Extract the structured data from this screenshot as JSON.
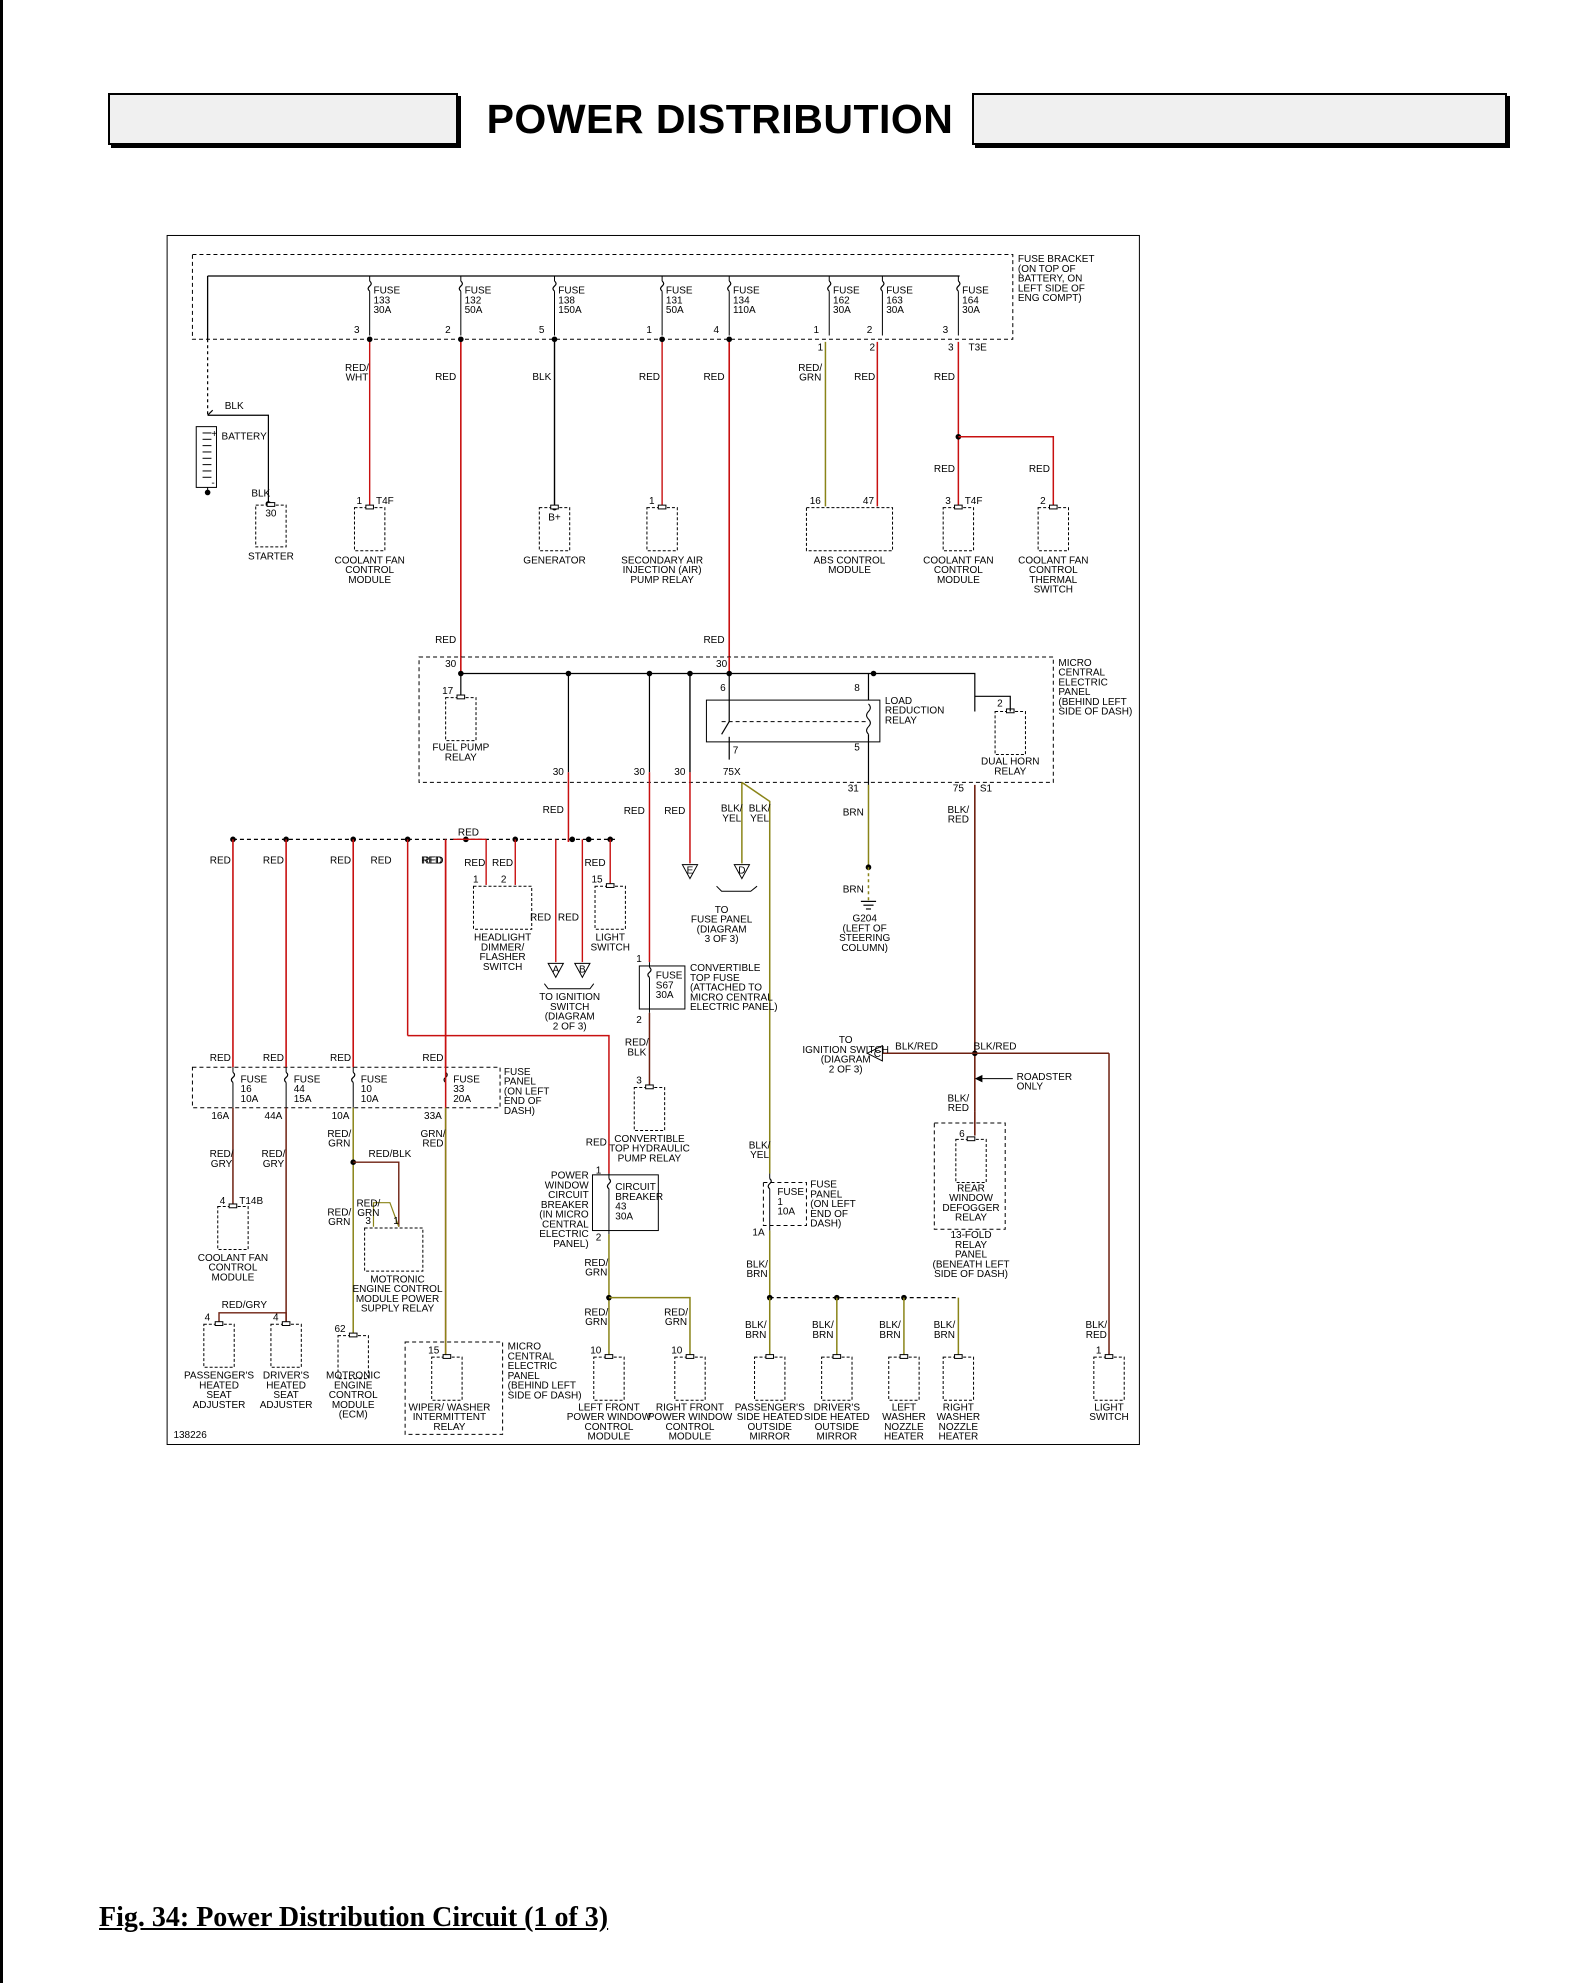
{
  "page_title": "POWER DISTRIBUTION",
  "caption": "Fig. 34: Power Distribution Circuit (1 of 3)",
  "diagram_id": "138226",
  "colors": {
    "red": "#c81010",
    "olive": "#8a8418",
    "brown": "#6e2010",
    "black": "#000000"
  },
  "fuse_bracket": {
    "label": [
      "FUSE BRACKET",
      "(ON TOP OF",
      "BATTERY, ON",
      "LEFT SIDE OF",
      "ENG COMPT)"
    ],
    "fuses": [
      {
        "name": "FUSE",
        "num": "133",
        "amp": "30A",
        "pin": "3"
      },
      {
        "name": "FUSE",
        "num": "132",
        "amp": "50A",
        "pin": "2"
      },
      {
        "name": "FUSE",
        "num": "138",
        "amp": "150A",
        "pin": "5"
      },
      {
        "name": "FUSE",
        "num": "131",
        "amp": "50A",
        "pin": "1"
      },
      {
        "name": "FUSE",
        "num": "134",
        "amp": "110A",
        "pin": "4"
      },
      {
        "name": "FUSE",
        "num": "162",
        "amp": "30A",
        "pin": "1"
      },
      {
        "name": "FUSE",
        "num": "163",
        "amp": "30A",
        "pin": "2"
      },
      {
        "name": "FUSE",
        "num": "164",
        "amp": "30A",
        "pin": "3"
      }
    ],
    "connector": "T3E"
  },
  "top_components": {
    "battery": {
      "label": "BATTERY",
      "plus": "+",
      "minus": "-",
      "wire": "BLK"
    },
    "starter": {
      "label": [
        "STARTER"
      ],
      "pin": "30",
      "wire": "BLK"
    },
    "coolant_fan_module_1": {
      "label": [
        "COOLANT FAN",
        "CONTROL",
        "MODULE"
      ],
      "pin": "1",
      "conn": "T4F",
      "wire": [
        "RED/",
        "WHT"
      ]
    },
    "generator": {
      "label": [
        "GENERATOR"
      ],
      "pin": "B+",
      "wire": "BLK"
    },
    "secondary_air": {
      "label": [
        "SECONDARY AIR",
        "INJECTION (AIR)",
        "PUMP RELAY"
      ],
      "pin": "1",
      "wire": "RED"
    },
    "abs_module": {
      "label": [
        "ABS CONTROL",
        "MODULE"
      ],
      "pins": [
        "16",
        "47"
      ],
      "wires": [
        [
          "RED/",
          "GRN"
        ],
        "RED"
      ]
    },
    "coolant_fan_module_2": {
      "label": [
        "COOLANT FAN",
        "CONTROL",
        "MODULE"
      ],
      "pin": "3",
      "conn": "T4F",
      "wire": "RED"
    },
    "thermal_switch": {
      "label": [
        "COOLANT FAN",
        "CONTROL",
        "THERMAL",
        "SWITCH"
      ],
      "pin": "2",
      "wire": "RED"
    },
    "red_label": "RED"
  },
  "central_panel": {
    "label": [
      "MICRO",
      "CENTRAL",
      "ELECTRIC",
      "PANEL",
      "(BEHIND LEFT",
      "SIDE OF DASH)"
    ],
    "pins_in": [
      "30",
      "30"
    ],
    "fuel_pump_relay": {
      "label": [
        "FUEL PUMP",
        "RELAY"
      ],
      "pin": "17"
    },
    "load_reduction_relay": {
      "label": [
        "LOAD",
        "REDUCTION",
        "RELAY"
      ],
      "pins": [
        "6",
        "8",
        "7",
        "5"
      ]
    },
    "dual_horn_relay": {
      "label": [
        "DUAL HORN",
        "RELAY"
      ],
      "pin": "2"
    },
    "out_pins": [
      "30",
      "30",
      "30",
      "75X",
      "31",
      "75",
      "S1"
    ]
  },
  "mid_wiring": {
    "red": "RED",
    "blk_yel": [
      "BLK/",
      "YEL"
    ],
    "brn": "BRN",
    "blk_red": [
      "BLK/",
      "RED"
    ],
    "headlight_switch": {
      "label": [
        "HEADLIGHT",
        "DIMMER/",
        "FLASHER",
        "SWITCH"
      ],
      "pins": [
        "1",
        "2"
      ]
    },
    "light_switch_top": {
      "label": [
        "LIGHT",
        "SWITCH"
      ],
      "pin": "15"
    },
    "to_ignition": {
      "label": [
        "TO IGNITION",
        "SWITCH",
        "(DIAGRAM",
        "2 OF 3)"
      ],
      "arrows": [
        "A",
        "B"
      ]
    },
    "to_fuse_panel": {
      "label": [
        "TO",
        "FUSE PANEL",
        "(DIAGRAM",
        "3 OF 3)"
      ],
      "arrows": [
        "E",
        "D"
      ]
    },
    "ground": {
      "label": [
        "G204",
        "(LEFT OF",
        "STEERING",
        "COLUMN)"
      ]
    },
    "convertible_fuse": {
      "name": "FUSE",
      "num": "S67",
      "amp": "30A",
      "label": [
        "CONVERTIBLE",
        "TOP FUSE",
        "(ATTACHED TO",
        "MICRO CENTRAL",
        "ELECTRIC PANEL)"
      ],
      "pins": [
        "1",
        "2"
      ]
    },
    "convertible_pump": {
      "label": [
        "CONVERTIBLE",
        "TOP HYDRAULIC",
        "PUMP RELAY"
      ],
      "pin": "3",
      "wire": [
        "RED/",
        "BLK"
      ]
    },
    "to_ignition_c": {
      "label": [
        "TO",
        "IGNITION SWITCH",
        "(DIAGRAM",
        "2 OF 3)"
      ],
      "arrow": "C",
      "wires": [
        "BLK/RED",
        "BLK/RED"
      ]
    },
    "roadster": [
      "ROADSTER",
      "ONLY"
    ]
  },
  "fuse_panel_left": {
    "label": [
      "FUSE",
      "PANEL",
      "(ON LEFT",
      "END OF",
      "DASH)"
    ],
    "fuses": [
      {
        "name": "FUSE",
        "num": "16",
        "amp": "10A",
        "pin": "16A"
      },
      {
        "name": "FUSE",
        "num": "44",
        "amp": "15A",
        "pin": "44A"
      },
      {
        "name": "FUSE",
        "num": "10",
        "amp": "10A",
        "pin": "10A"
      },
      {
        "name": "FUSE",
        "num": "33",
        "amp": "20A",
        "pin": "33A"
      }
    ]
  },
  "bottom": {
    "coolant_fan_module_3": {
      "label": [
        "COOLANT FAN",
        "CONTROL",
        "MODULE"
      ],
      "pin": "4",
      "conn": "T14B",
      "wire": [
        "RED/",
        "GRY"
      ]
    },
    "wire_red_gry": [
      "RED/",
      "GRY"
    ],
    "wire_red_grn": [
      "RED/",
      "GRN"
    ],
    "wire_grn_red": [
      "GRN/",
      "RED"
    ],
    "wire_red_blk": "RED/BLK",
    "wire_red_gry_h": "RED/GRY",
    "pass_seat": {
      "label": [
        "PASSENGER'S",
        "HEATED",
        "SEAT",
        "ADJUSTER"
      ],
      "pin": "4"
    },
    "driver_seat": {
      "label": [
        "DRIVER'S",
        "HEATED",
        "SEAT",
        "ADJUSTER"
      ],
      "pin": "4"
    },
    "motronic_relay": {
      "label": [
        "MOTRONIC",
        "ENGINE CONTROL",
        "MODULE POWER",
        "SUPPLY RELAY"
      ],
      "pins": [
        "3",
        "1"
      ]
    },
    "ecm": {
      "label": [
        "MOTRONIC",
        "ENGINE",
        "CONTROL",
        "MODULE",
        "(ECM)"
      ],
      "pin": "62"
    },
    "wiper_relay": {
      "label": [
        "WIPER/ WASHER",
        "INTERMITTENT",
        "RELAY"
      ],
      "pin": "15"
    },
    "wiper_panel": [
      "MICRO",
      "CENTRAL",
      "ELECTRIC",
      "PANEL",
      "(BEHIND LEFT",
      "SIDE OF DASH)"
    ],
    "power_window_cb": {
      "label": [
        "POWER",
        "WINDOW",
        "CIRCUIT",
        "BREAKER",
        "(IN MICRO",
        "CENTRAL",
        "ELECTRIC",
        "PANEL)"
      ],
      "box": [
        "CIRCUIT",
        "BREAKER",
        "43",
        "30A"
      ],
      "pins": [
        "1",
        "2"
      ],
      "wire": "RED"
    },
    "lf_window": {
      "label": [
        "LEFT FRONT",
        "POWER WINDOW",
        "CONTROL",
        "MODULE"
      ],
      "pin": "10"
    },
    "rf_window": {
      "label": [
        "RIGHT FRONT",
        "POWER WINDOW",
        "CONTROL",
        "MODULE"
      ],
      "pin": "10"
    },
    "fuse_panel_1": {
      "name": "FUSE",
      "num": "1",
      "amp": "10A",
      "pin": "1A",
      "label": [
        "FUSE",
        "PANEL",
        "(ON LEFT",
        "END OF",
        "DASH)"
      ]
    },
    "wire_blk_brn": [
      "BLK/",
      "BRN"
    ],
    "pass_mirror": {
      "label": [
        "PASSENGER'S",
        "SIDE HEATED",
        "OUTSIDE",
        "MIRROR"
      ]
    },
    "driver_mirror": {
      "label": [
        "DRIVER'S",
        "SIDE HEATED",
        "OUTSIDE",
        "MIRROR"
      ]
    },
    "left_washer": {
      "label": [
        "LEFT",
        "WASHER",
        "NOZZLE",
        "HEATER"
      ]
    },
    "right_washer": {
      "label": [
        "RIGHT",
        "WASHER",
        "NOZZLE",
        "HEATER"
      ]
    },
    "defogger": {
      "label": [
        "REAR",
        "WINDOW",
        "DEFOGGER",
        "RELAY"
      ],
      "pin": "6"
    },
    "relay_panel": [
      "13-FOLD",
      "RELAY",
      "PANEL",
      "(BENEATH LEFT",
      "SIDE OF DASH)"
    ],
    "light_switch": {
      "label": [
        "LIGHT",
        "SWITCH"
      ],
      "pin": "1"
    }
  }
}
